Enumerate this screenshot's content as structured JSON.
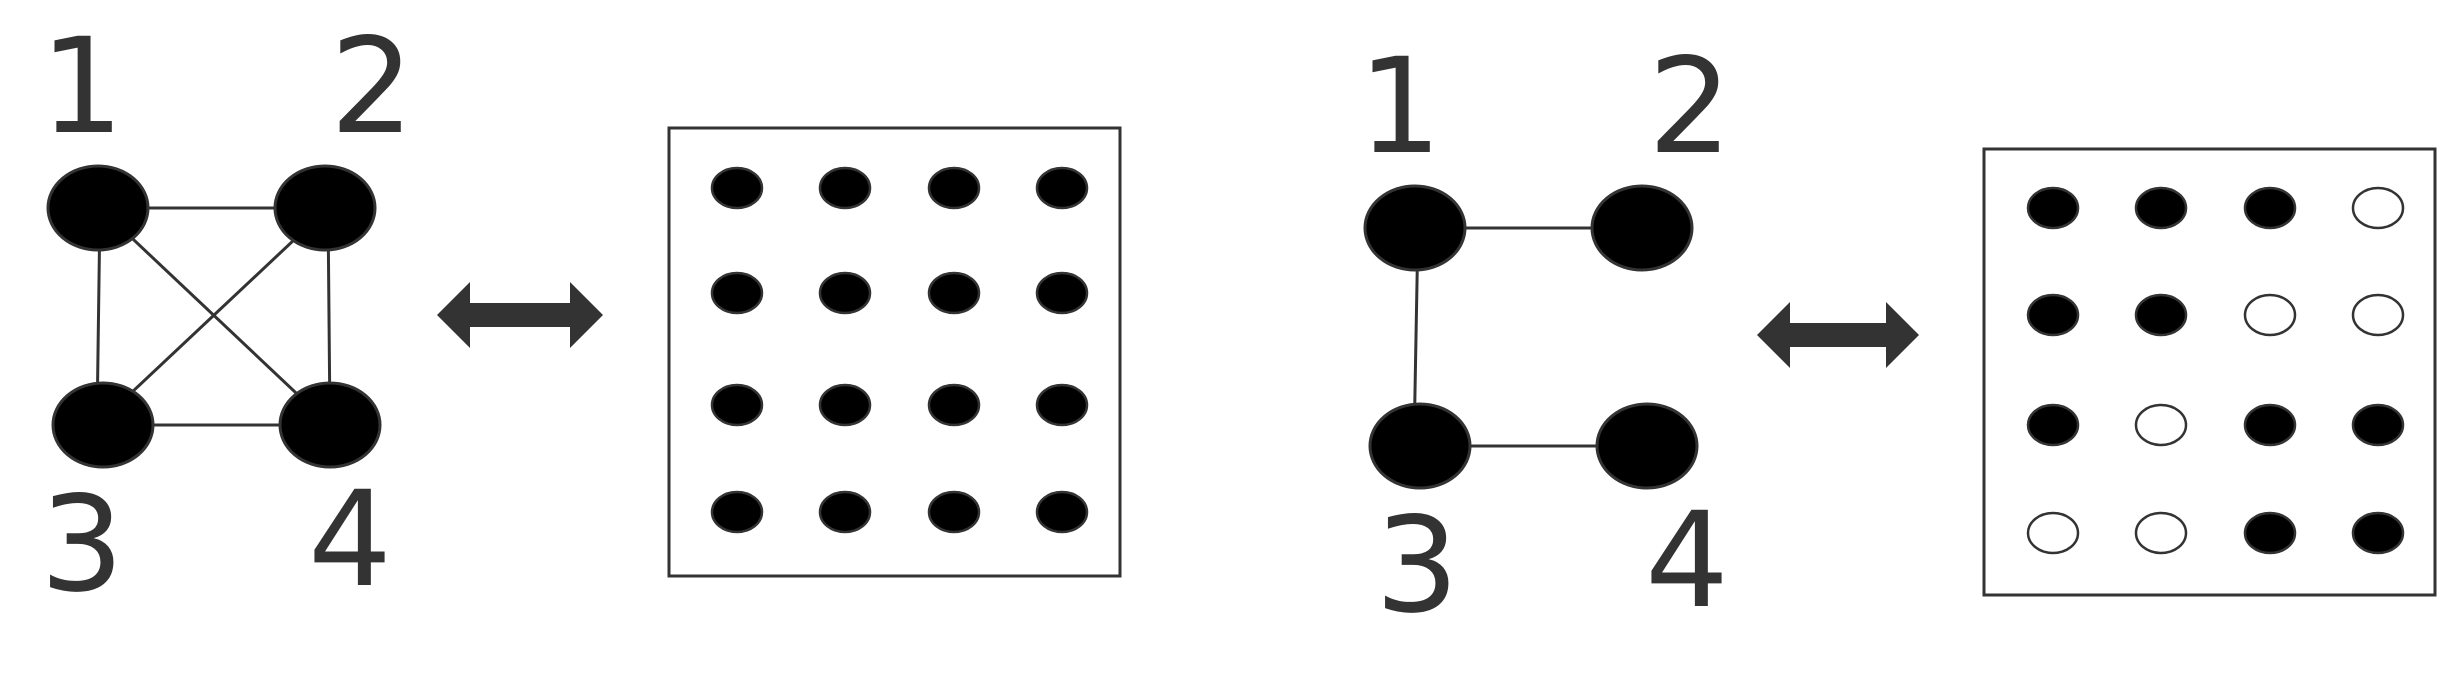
{
  "colors": {
    "ink": "#333333",
    "fill": "#000000",
    "empty": "#ffffff"
  },
  "panels": [
    {
      "name": "complete-graph",
      "graph": {
        "nodes": [
          {
            "label": "1"
          },
          {
            "label": "2"
          },
          {
            "label": "3"
          },
          {
            "label": "4"
          }
        ],
        "edges": [
          [
            1,
            2
          ],
          [
            1,
            3
          ],
          [
            1,
            4
          ],
          [
            2,
            3
          ],
          [
            2,
            4
          ],
          [
            3,
            4
          ]
        ]
      },
      "matrix": [
        [
          1,
          1,
          1,
          1
        ],
        [
          1,
          1,
          1,
          1
        ],
        [
          1,
          1,
          1,
          1
        ],
        [
          1,
          1,
          1,
          1
        ]
      ]
    },
    {
      "name": "partial-graph",
      "graph": {
        "nodes": [
          {
            "label": "1"
          },
          {
            "label": "2"
          },
          {
            "label": "3"
          },
          {
            "label": "4"
          }
        ],
        "edges": [
          [
            1,
            2
          ],
          [
            1,
            3
          ],
          [
            3,
            4
          ]
        ]
      },
      "matrix": [
        [
          1,
          1,
          1,
          0
        ],
        [
          1,
          1,
          0,
          0
        ],
        [
          1,
          0,
          1,
          1
        ],
        [
          0,
          0,
          1,
          1
        ]
      ]
    }
  ]
}
